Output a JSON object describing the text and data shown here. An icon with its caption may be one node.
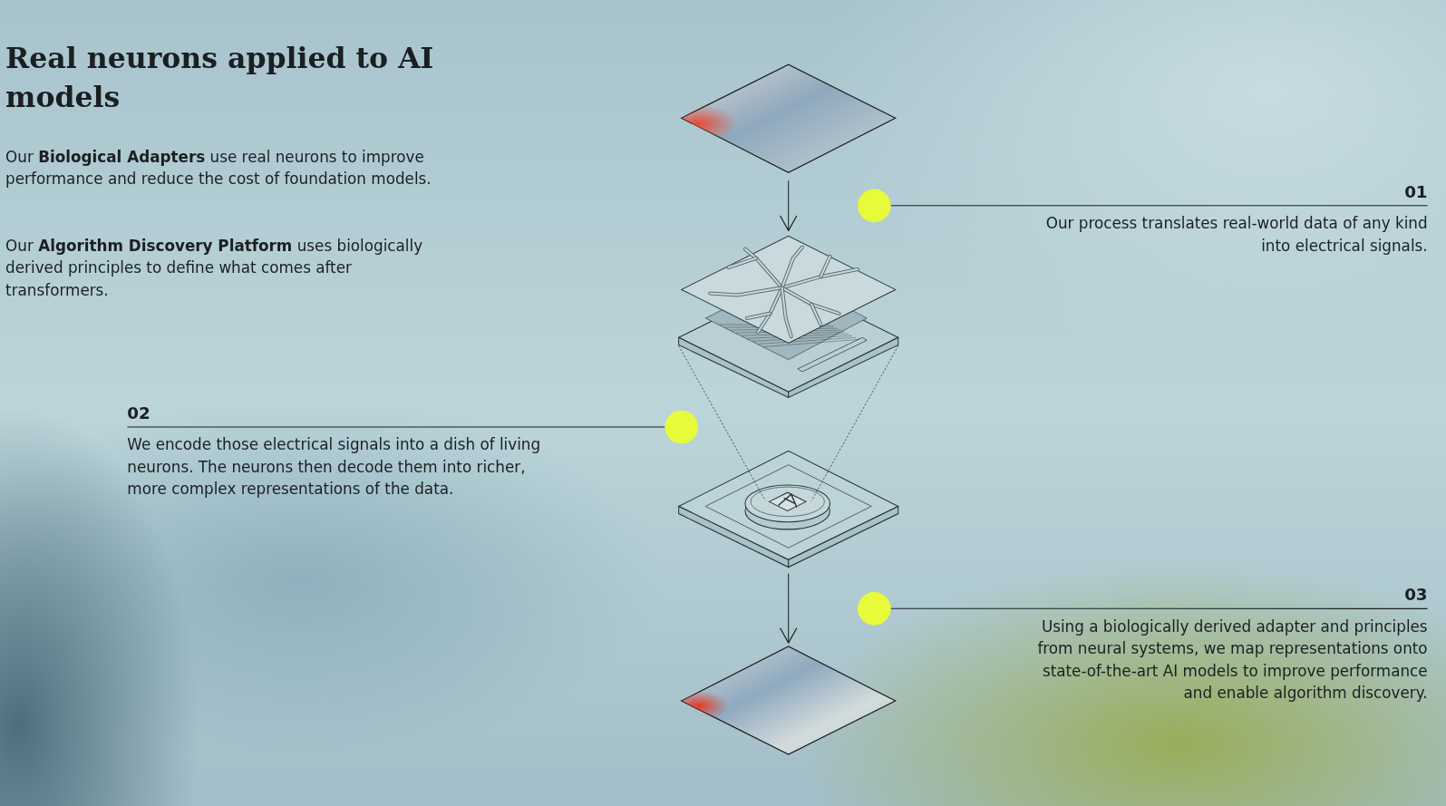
{
  "diagram": {
    "title": "Real neurons applied to AI models",
    "nodes": [
      {
        "text": [],
        "shape": "picture"
      },
      {
        "text": [],
        "shape": "circle"
      },
      {
        "text": [
          "01",
          "Our process translates real-world data of any kind into electrical signals."
        ]
      },
      {
        "text": [],
        "shape": "picture"
      },
      {
        "text": [],
        "shape": "circle"
      },
      {
        "text": [
          "02",
          "We encode those electrical signals into a dish of living neurons. The neurons then decode them into richer, more complex representations of the data."
        ]
      },
      {
        "text": [],
        "shape": "picture"
      },
      {
        "text": [],
        "shape": "circle"
      },
      {
        "text": [
          "03",
          "Using a biologically derived adapter and principles from neural systems, we map representations onto state-of-the-art AI models to improve performance and enable algorithm discovery."
        ]
      },
      {
        "text": [],
        "shape": "picture"
      }
    ],
    "edges": [
      {
        "from": 0,
        "to": 3,
        "arrow": "to"
      },
      {
        "from": 3,
        "to": 6,
        "arrow": "none",
        "style": "dashed"
      },
      {
        "from": 3,
        "to": 6,
        "arrow": "none",
        "style": "dashed"
      },
      {
        "from": 6,
        "to": 9,
        "arrow": "to"
      },
      {
        "from": 2,
        "to": 1,
        "arrow": "none"
      },
      {
        "from": 5,
        "to": 4,
        "arrow": "none"
      },
      {
        "from": 8,
        "to": 7,
        "arrow": "none"
      }
    ],
    "labels": [
      "Our **Biological Adapters** use real neurons to improve performance and reduce the cost of foundation models.",
      "Our **Algorithm Discovery Platform** uses biologically derived principles to define what comes after transformers."
    ]
  }
}
